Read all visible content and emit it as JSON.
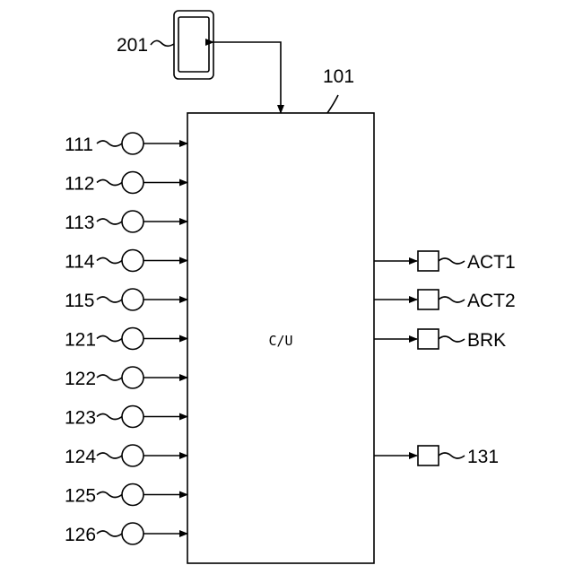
{
  "controller": {
    "ref": "101",
    "label": "C/U"
  },
  "terminal": {
    "ref": "201"
  },
  "inputs": [
    {
      "ref": "111"
    },
    {
      "ref": "112"
    },
    {
      "ref": "113"
    },
    {
      "ref": "114"
    },
    {
      "ref": "115"
    },
    {
      "ref": "121"
    },
    {
      "ref": "122"
    },
    {
      "ref": "123"
    },
    {
      "ref": "124"
    },
    {
      "ref": "125"
    },
    {
      "ref": "126"
    }
  ],
  "outputs": [
    {
      "ref": "ACT1"
    },
    {
      "ref": "ACT2"
    },
    {
      "ref": "BRK"
    },
    {
      "ref": "131"
    }
  ]
}
